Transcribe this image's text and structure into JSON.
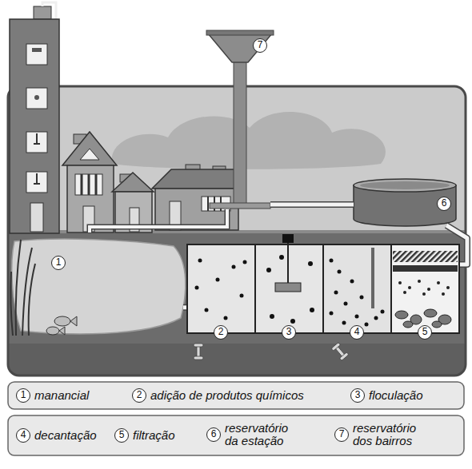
{
  "diagram": {
    "nodes": [
      {
        "text": [
          "1"
        ]
      },
      {
        "text": [
          "2"
        ]
      },
      {
        "text": [
          "3"
        ]
      },
      {
        "text": [
          "4"
        ]
      },
      {
        "text": [
          "5"
        ]
      },
      {
        "text": [
          "6"
        ]
      },
      {
        "text": [
          "7"
        ]
      }
    ],
    "edges": [
      {
        "from": 0,
        "to": 1,
        "arrow": "none"
      },
      {
        "from": 4,
        "to": 5,
        "arrow": "none"
      },
      {
        "from": 5,
        "to": 6,
        "arrow": "none"
      }
    ],
    "labels": [
      "1",
      "2",
      "3",
      "4",
      "5",
      "6",
      "7"
    ],
    "legend": [
      {
        "text": "manancial"
      },
      {
        "text": "adição de produtos químicos"
      },
      {
        "text": "floculação"
      },
      {
        "text": "decantação"
      },
      {
        "text": "filtração"
      },
      {
        "text": "reservatório da estação"
      },
      {
        "text": "reservatório dos bairros"
      }
    ]
  }
}
